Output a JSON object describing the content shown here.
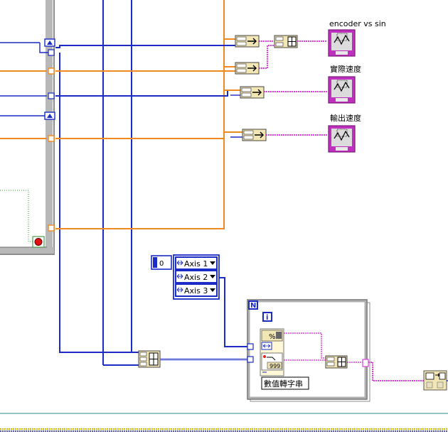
{
  "graphs": [
    {
      "label": "encoder vs sin"
    },
    {
      "label": "實際速度"
    },
    {
      "label": "輸出速度"
    }
  ],
  "array_constant": {
    "index": "0",
    "items": [
      "Axis 1",
      "Axis 2",
      "Axis 3"
    ]
  },
  "for_loop": {
    "count_terminal": "N",
    "iteration_terminal": "i",
    "format_value": "999",
    "format_symbol": "%",
    "function_label": "數值轉字串"
  },
  "colors": {
    "wire_blue": "#1a2bc6",
    "wire_orange": "#f08a1e",
    "wire_pink": "#e040e0",
    "graph_purple": "#c030c0",
    "frame_gray": "#a8a8a8"
  }
}
